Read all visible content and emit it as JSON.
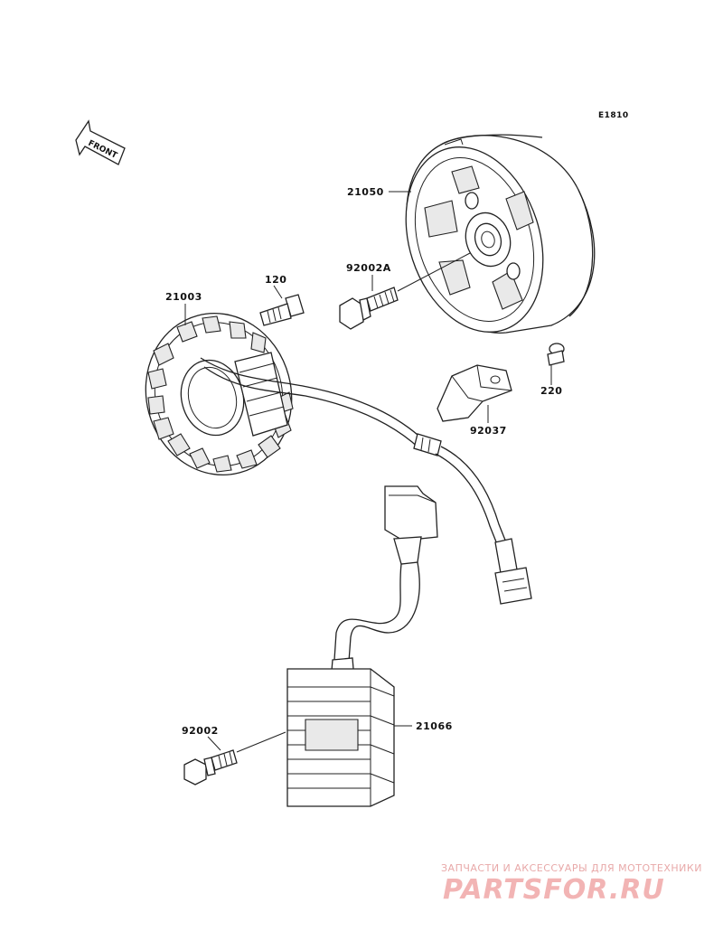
{
  "diagram": {
    "code": "E1810",
    "front_arrow_label": "FRONT",
    "parts": [
      {
        "id": "flywheel",
        "number": "21050"
      },
      {
        "id": "flywheel-bolt",
        "number": "92002A"
      },
      {
        "id": "stator-bolt",
        "number": "120"
      },
      {
        "id": "stator",
        "number": "21003"
      },
      {
        "id": "bracket-screw",
        "number": "220"
      },
      {
        "id": "bracket",
        "number": "92037"
      },
      {
        "id": "regulator-bolt",
        "number": "92002"
      },
      {
        "id": "regulator",
        "number": "21066"
      }
    ]
  },
  "watermark": {
    "tagline": "ЗАПЧАСТИ И АКСЕССУАРЫ ДЛЯ МОТОТЕХНИКИ",
    "brand": "PARTSFOR.RU",
    "brand_color": "#f2b4b4"
  }
}
